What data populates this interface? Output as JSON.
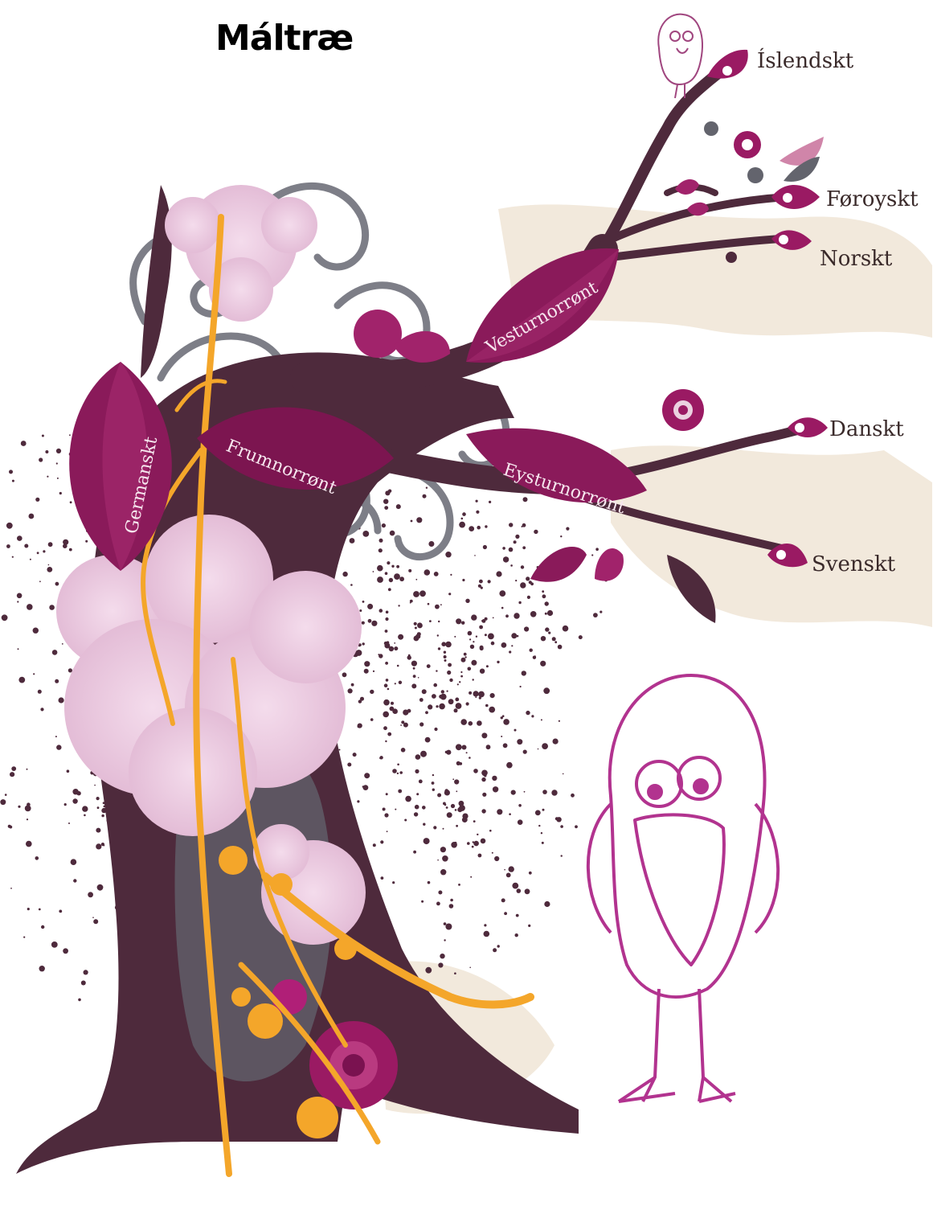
{
  "title": "Máltræ",
  "colors": {
    "trunk": "#4e2a3c",
    "trunk_dark": "#3b1e2d",
    "leaf_main": "#8a1a5a",
    "leaf_light": "#b0336f",
    "blossom_pink": "#e9c6de",
    "swirl_grey": "#75767f",
    "root_orange": "#f4a62a",
    "outline_figure": "#b2338f",
    "stain_beige": "#eadcc8"
  },
  "tree": {
    "trunk_leaves": {
      "germanskt": "Germanskt",
      "frumnorront": "Frumnorrønt",
      "vesturnorront": "Vesturnorrønt",
      "eysturnorront": "Eysturnorrønt"
    },
    "branch_tips": {
      "islendskt": "Íslendskt",
      "foroyskt": "Føroyskt",
      "norskt": "Norskt",
      "danskt": "Danskt",
      "svenskt": "Svenskt"
    }
  },
  "figures": {
    "big_creature": "outline-creature",
    "small_creature": "small-outline-creature"
  }
}
